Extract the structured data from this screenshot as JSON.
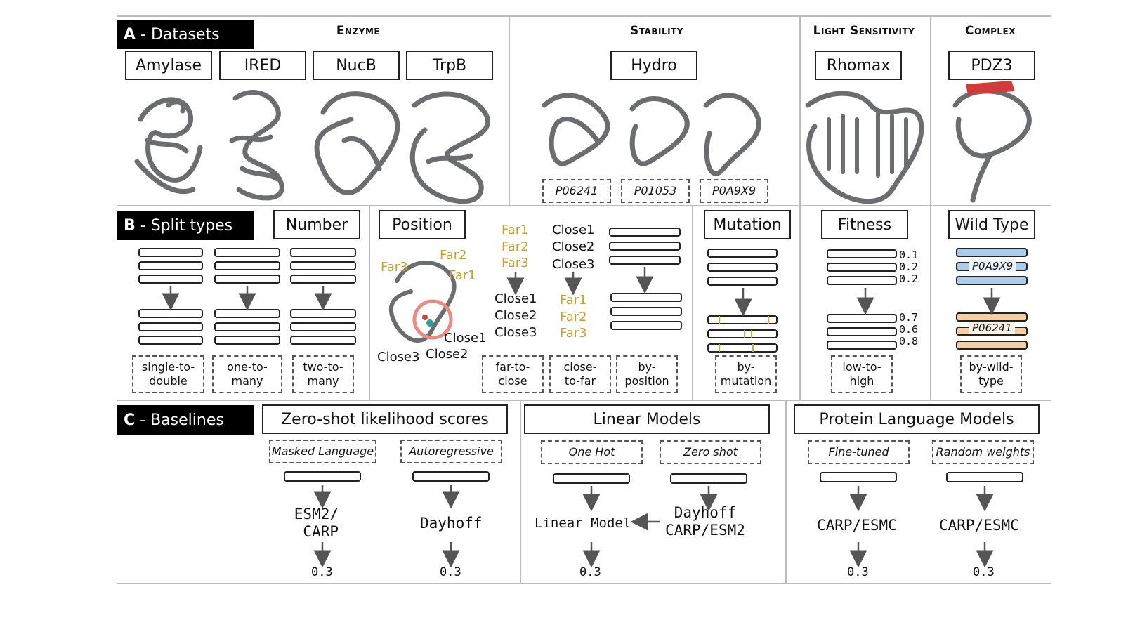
{
  "sections": {
    "a": {
      "letter": "A",
      "title": " - Datasets"
    },
    "b": {
      "letter": "B",
      "title": " - Split types"
    },
    "c": {
      "letter": "C",
      "title": " - Baselines"
    }
  },
  "categories": [
    "Enzyme",
    "Stability",
    "Light Sensitivity",
    "Complex"
  ],
  "datasets": [
    "Amylase",
    "IRED",
    "NucB",
    "TrpB",
    "Hydro",
    "Rhomax",
    "PDZ3"
  ],
  "stability_ids": [
    "P06241",
    "P01053",
    "P0A9X9"
  ],
  "split_types": {
    "number": {
      "title": "Number",
      "labels": [
        "single-to-double",
        "one-to-many",
        "two-to-many"
      ]
    },
    "position": {
      "title": "Position",
      "labels": [
        "far-to-close",
        "close-to-far",
        "by-position"
      ],
      "far": [
        "Far1",
        "Far2",
        "Far3"
      ],
      "close": [
        "Close1",
        "Close2",
        "Close3"
      ]
    },
    "mutation": {
      "title": "Mutation",
      "label": "by-mutation"
    },
    "fitness": {
      "title": "Fitness",
      "label": "low-to-high",
      "top_values": [
        "0.1",
        "0.2",
        "0.2"
      ],
      "bottom_values": [
        "0.7",
        "0.6",
        "0.8"
      ]
    },
    "wildtype": {
      "title": "Wild Type",
      "label": "by-wild-type",
      "top_id": "P0A9X9",
      "bottom_id": "P06241"
    }
  },
  "baselines": {
    "zero_shot": {
      "title": "Zero-shot likelihood scores",
      "sub": [
        "Masked Language",
        "Autoregressive"
      ],
      "models": [
        "ESM2/\nCARP",
        "Dayhoff"
      ],
      "scores": [
        "0.3",
        "0.3"
      ]
    },
    "linear": {
      "title": "Linear Models",
      "sub": [
        "One Hot",
        "Zero shot"
      ],
      "model": "Linear Model",
      "right_model": "Dayhoff\nCARP/ESM2",
      "score": "0.3"
    },
    "plm": {
      "title": "Protein Language Models",
      "sub": [
        "Fine-tuned",
        "Random weights"
      ],
      "models": [
        "CARP/ESMC",
        "CARP/ESMC"
      ],
      "scores": [
        "0.3",
        "0.3"
      ]
    }
  },
  "colors": {
    "gold": "#c9a227",
    "blue": "#a9cdf0",
    "orange": "#f6cf9c",
    "protein": "#6b6d70",
    "circle": "#ef8a80"
  }
}
